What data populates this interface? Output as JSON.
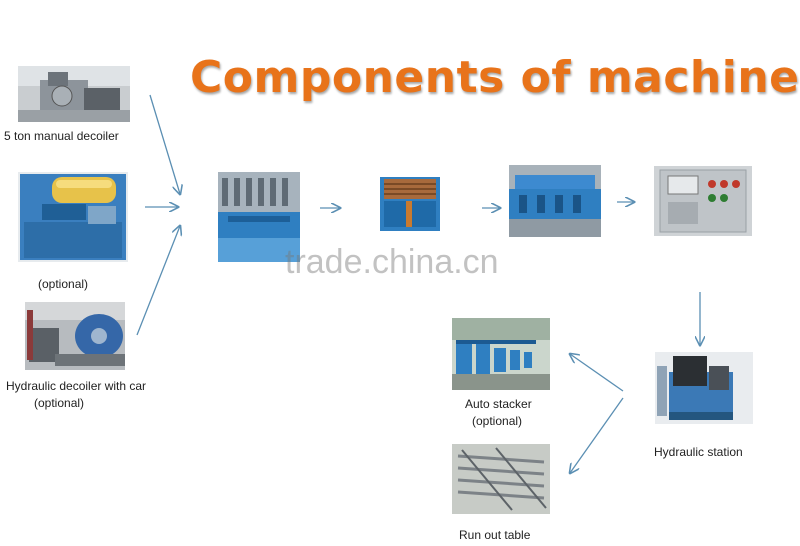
{
  "title": "Components of machine",
  "watermark": "trade.china.cn",
  "components": {
    "manual_decoiler": {
      "label": "5 ton manual decoiler"
    },
    "hydraulic_decoiler": {
      "label": "(optional)"
    },
    "decoiler_with_car": {
      "label_line1": "Hydraulic decoiler with car",
      "label_line2": "(optional)"
    },
    "auto_stacker": {
      "label_line1": "Auto stacker",
      "label_line2": "(optional)"
    },
    "hydraulic_station": {
      "label": "Hydraulic station"
    },
    "run_out_table": {
      "label": "Run out table"
    }
  },
  "colors": {
    "title": "#e8731a",
    "arrow": "#5b8fb3",
    "machine_blue": "#2f7fc1"
  }
}
